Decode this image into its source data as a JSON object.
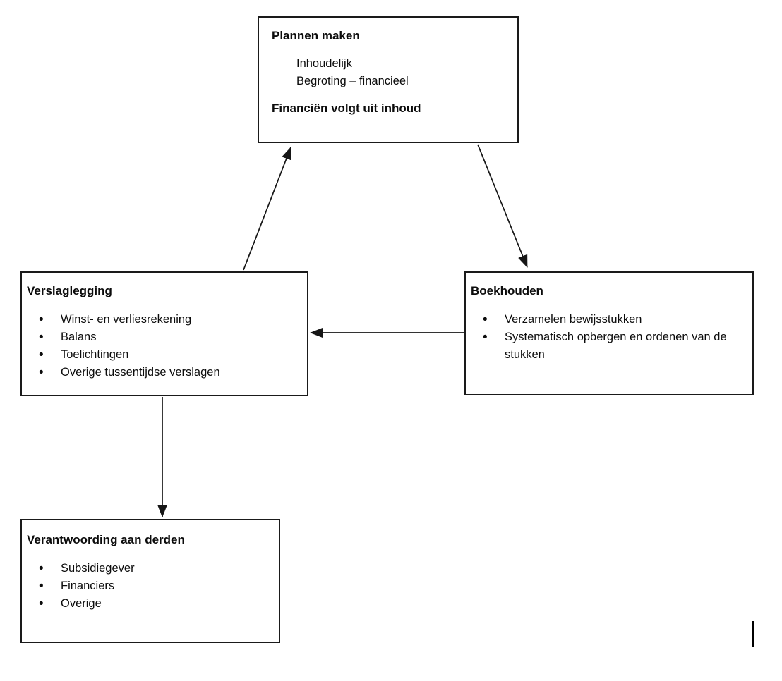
{
  "diagram": {
    "boxes": {
      "plannen": {
        "title": "Plannen maken",
        "lines": [
          "Inhoudelijk",
          "Begroting – financieel"
        ],
        "footer": "Financiën volgt uit inhoud"
      },
      "verslaglegging": {
        "title": "Verslaglegging",
        "bullets": [
          "Winst- en verliesrekening",
          "Balans",
          "Toelichtingen",
          "Overige tussentijdse verslagen"
        ]
      },
      "boekhouden": {
        "title": "Boekhouden",
        "bullets": [
          "Verzamelen bewijsstukken",
          "Systematisch opbergen en ordenen van de stukken"
        ]
      },
      "verantwoording": {
        "title": "Verantwoording aan derden",
        "bullets": [
          "Subsidiegever",
          "Financiers",
          "Overige"
        ]
      }
    },
    "arrows": [
      {
        "name": "verslaglegging-to-plannen",
        "direction": "up"
      },
      {
        "name": "plannen-to-boekhouden",
        "direction": "down"
      },
      {
        "name": "boekhouden-to-verslaglegging",
        "direction": "left"
      },
      {
        "name": "verslaglegging-to-verantwoording",
        "direction": "down"
      }
    ],
    "colors": {
      "background": "#ffffff",
      "line": "#161616",
      "text": "#0c0c0c"
    }
  }
}
